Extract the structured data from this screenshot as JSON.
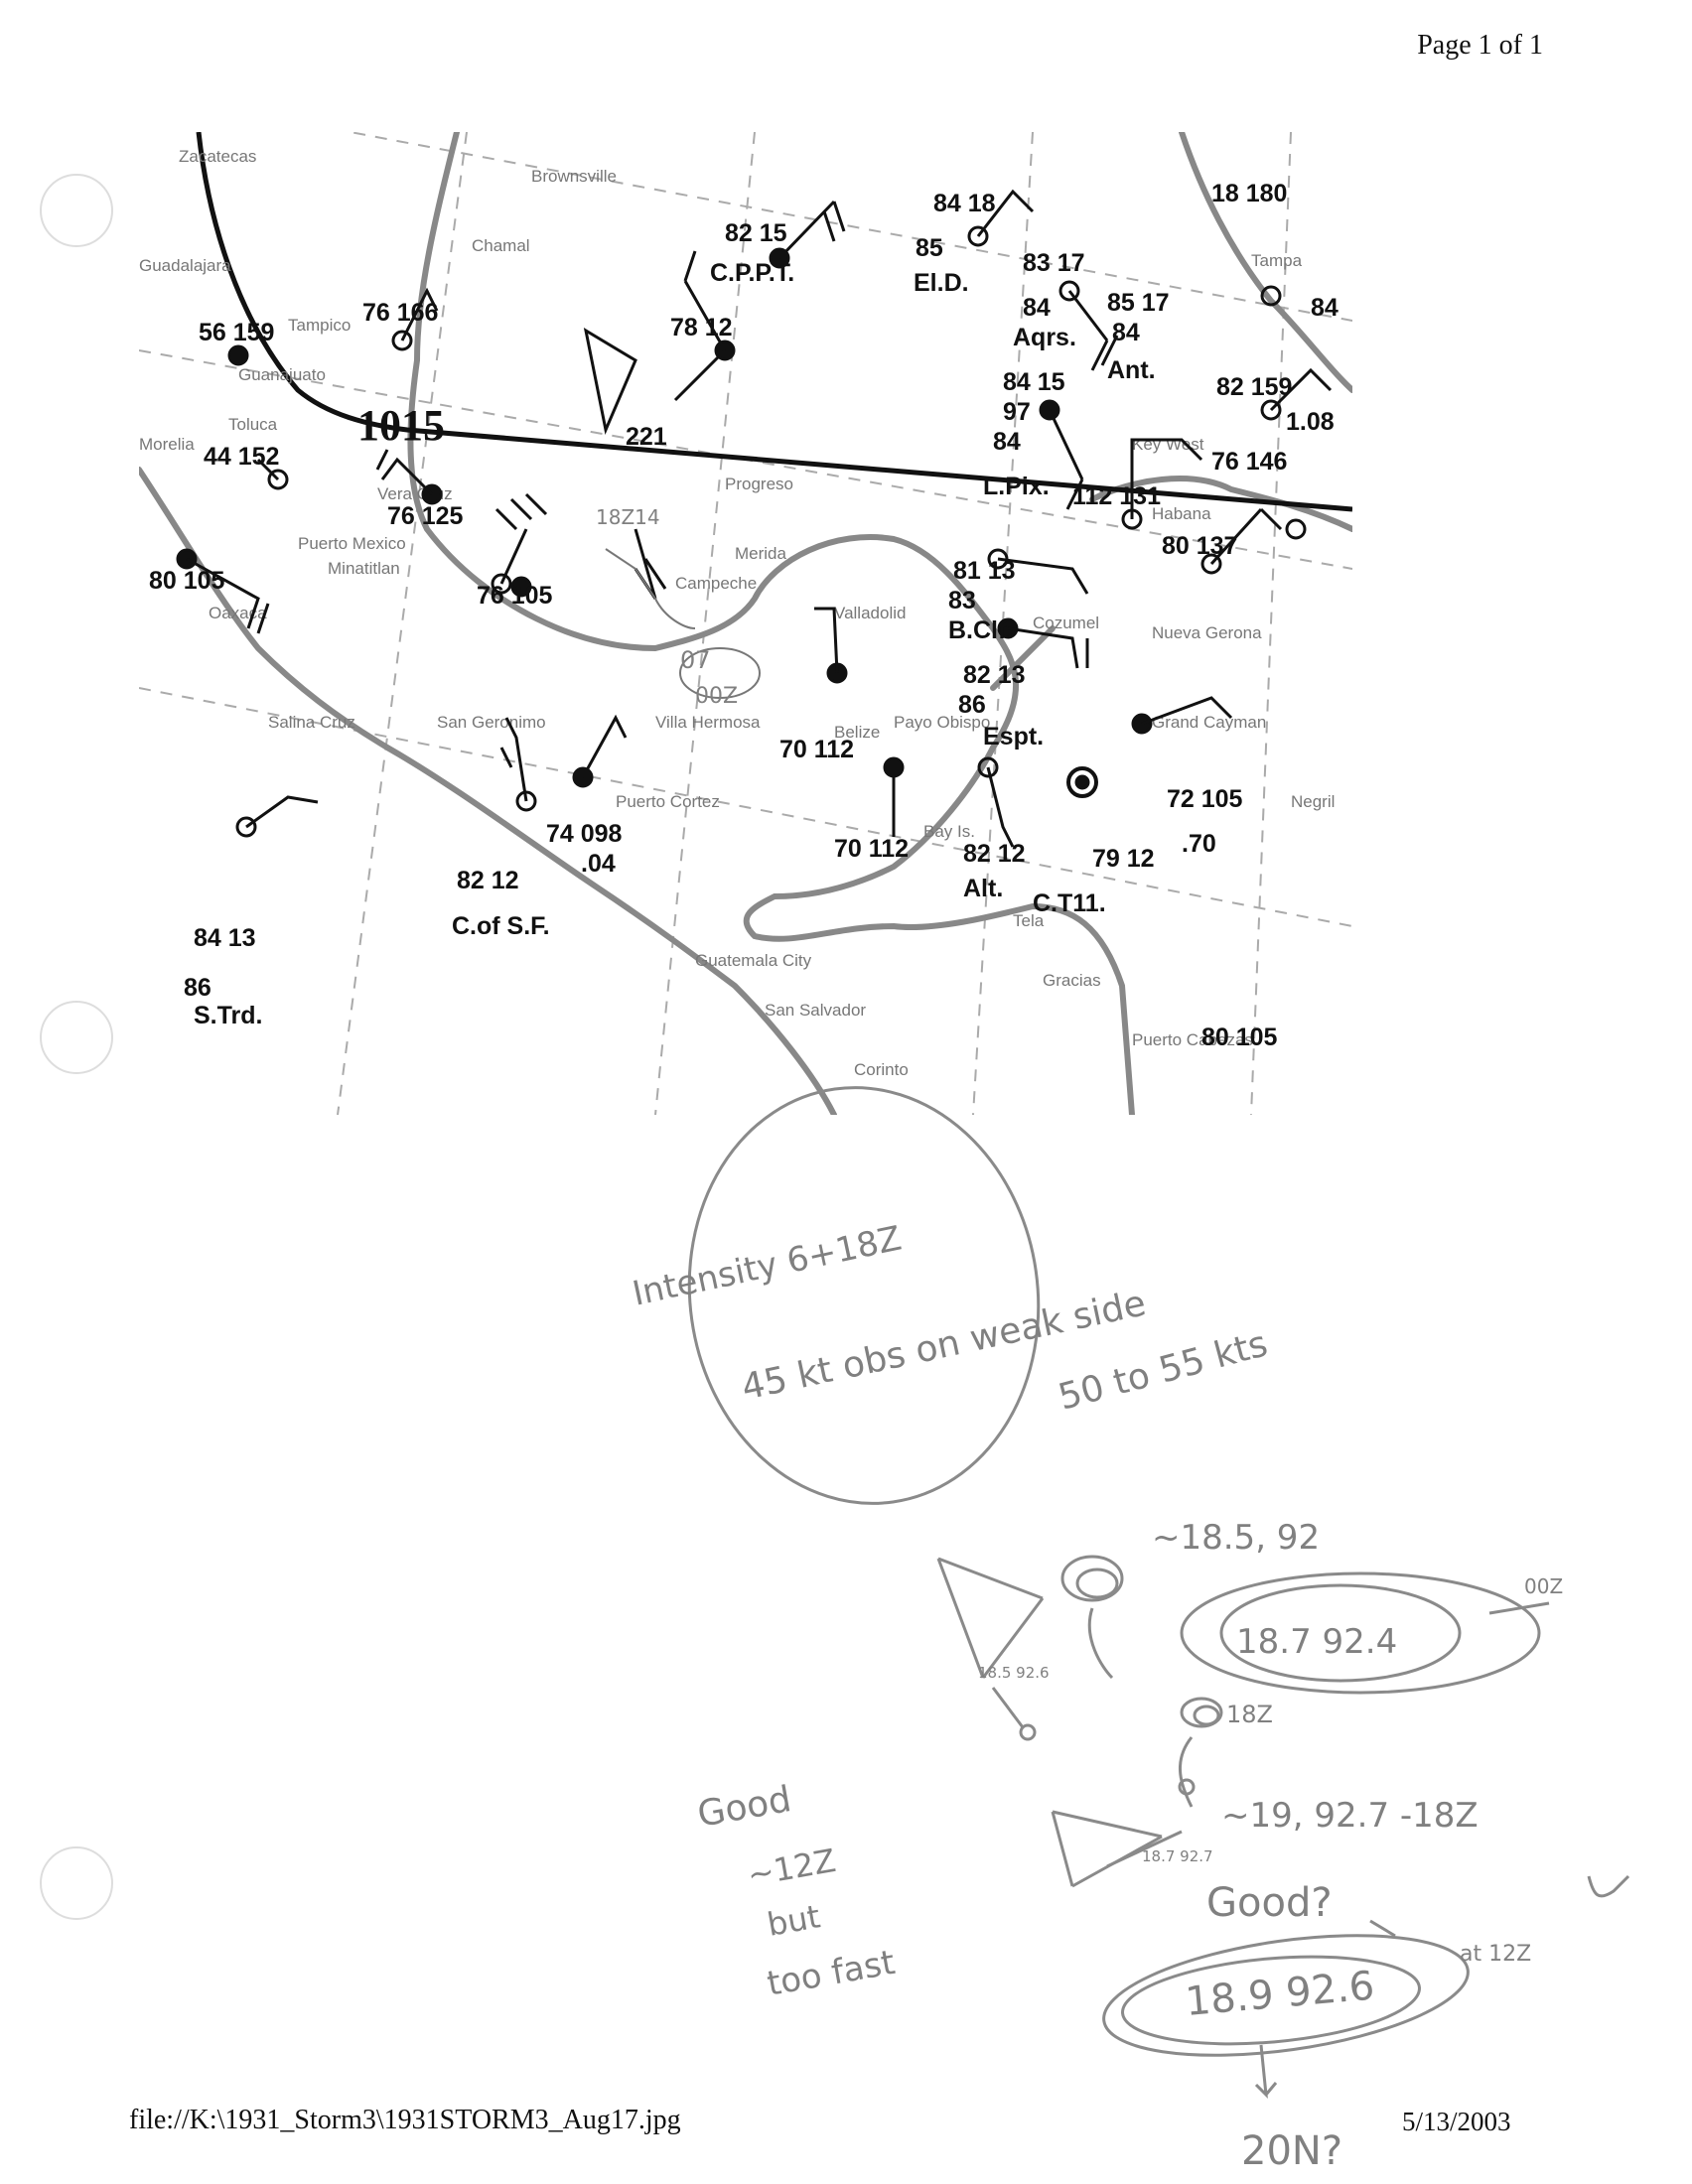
{
  "header": {
    "page_label": "Page 1 of 1"
  },
  "footer": {
    "file_path": "file://K:\\1931_Storm3\\1931STORM3_Aug17.jpg",
    "date": "5/13/2003"
  },
  "map": {
    "isobar_label": "1015",
    "places": [
      "Zacatecas",
      "Brownsville",
      "Chamal",
      "Tampico",
      "Guadalajara",
      "Guanajuato",
      "Toluca",
      "Morelia",
      "Vera Cruz",
      "Puerto Mexico",
      "Minatitlan",
      "Oaxaca",
      "Salina Cruz",
      "San Geronimo",
      "Villa Hermosa",
      "Campeche",
      "Merida",
      "Progreso",
      "Valladolid",
      "Cozumel",
      "Payo Obispo",
      "Belize",
      "Puerto Cortez",
      "Bay Is.",
      "Tela",
      "Guatemala City",
      "San Salvador",
      "Corinto",
      "Gracias",
      "Puerto Cabezas",
      "Grand Cayman",
      "Nueva Gerona",
      "Habana",
      "Key West",
      "Tampa",
      "Negril"
    ],
    "stations": [
      {
        "label": "82 15"
      },
      {
        "label": "C.P.P.T."
      },
      {
        "label": "78 12"
      },
      {
        "label": "84 18"
      },
      {
        "label": "85"
      },
      {
        "label": "El.D."
      },
      {
        "label": "83 17"
      },
      {
        "label": "84"
      },
      {
        "label": "Aqrs."
      },
      {
        "label": "85 17"
      },
      {
        "label": "84"
      },
      {
        "label": "Ant."
      },
      {
        "label": "82 159"
      },
      {
        "label": "1.08"
      },
      {
        "label": "84 15"
      },
      {
        "label": "97"
      },
      {
        "label": "84"
      },
      {
        "label": "L.Pix."
      },
      {
        "label": "76 146"
      },
      {
        "label": "80 137"
      },
      {
        "label": "112 131"
      },
      {
        "label": "76 166"
      },
      {
        "label": "56 159"
      },
      {
        "label": "44 152"
      },
      {
        "label": "76 125"
      },
      {
        "label": "76 105"
      },
      {
        "label": "80 105"
      },
      {
        "label": "81 13"
      },
      {
        "label": "83"
      },
      {
        "label": "B.Clf."
      },
      {
        "label": "82 13"
      },
      {
        "label": "86"
      },
      {
        "label": "Espt."
      },
      {
        "label": "70 112"
      },
      {
        "label": "74 098"
      },
      {
        "label": ".04"
      },
      {
        "label": "82 12"
      },
      {
        "label": "C.of S.F."
      },
      {
        "label": "84 13"
      },
      {
        "label": "86"
      },
      {
        "label": "S.Trd."
      },
      {
        "label": "72 105"
      },
      {
        "label": ".70"
      },
      {
        "label": "70 112"
      },
      {
        "label": "82 12"
      },
      {
        "label": "Alt."
      },
      {
        "label": "79 12"
      },
      {
        "label": "C.T11."
      },
      {
        "label": "80 105"
      },
      {
        "label": "18 180"
      },
      {
        "label": "84"
      },
      {
        "label": "221"
      }
    ],
    "pencil_marks": [
      "18Z14",
      "07",
      "00Z"
    ]
  },
  "annotations": {
    "intensity_line1": "Intensity  6+18Z",
    "intensity_line2": "45 kt obs on  weak side",
    "intensity_line3": "50  to 55 kts",
    "pos_1": "~18.5, 92",
    "pos_1_small": "18.5 92.6",
    "pos_2": "18.7  92.4",
    "pos_2_tag": "00Z",
    "pos_3_tag": "18Z",
    "pos_4": "~19, 92.7 -18Z",
    "pos_4_small": "18.7 92.7",
    "good_q": "Good?",
    "pos_5": "18.9  92.6",
    "pos_5_tag": "at 12Z",
    "bottom_note": "20N?",
    "side_note": [
      "Good",
      "~12Z",
      "but",
      "too fast"
    ]
  }
}
